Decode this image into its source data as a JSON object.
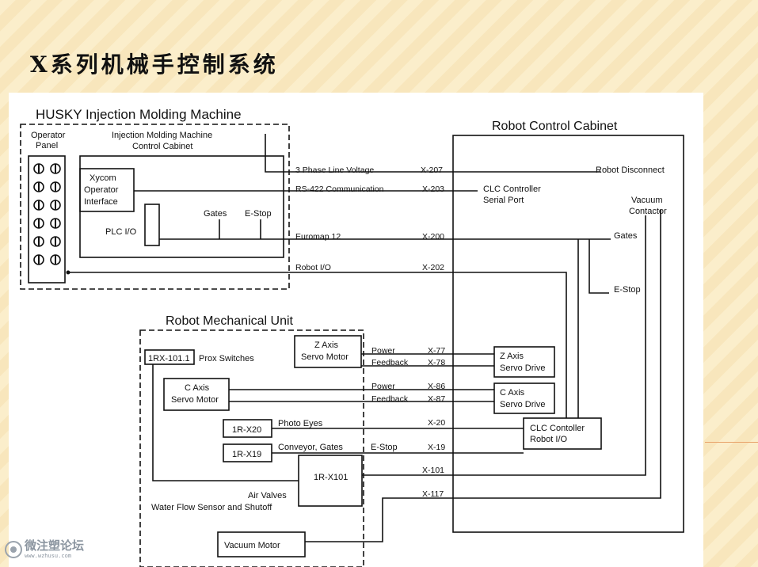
{
  "slide": {
    "title": "X系列机械手控制系统"
  },
  "watermark": {
    "name": "微注塑论坛",
    "url": "www.wzhusu.com"
  },
  "diagram": {
    "husky_title": "HUSKY Injection Molding Machine",
    "operator_panel": [
      "Operator",
      "Panel"
    ],
    "imm_cabinet": [
      "Injection Molding Machine",
      "Control Cabinet"
    ],
    "xycom": [
      "Xycom",
      "Operator",
      "Interface"
    ],
    "plc_io": "PLC I/O",
    "gates_top": "Gates",
    "estop_top": "E-Stop",
    "rcc_title": "Robot Control Cabinet",
    "robot_disconnect": "Robot Disconnect",
    "clc_serial": [
      "CLC Controller",
      "Serial Port"
    ],
    "vacuum_contactor": [
      "Vacuum",
      "Contactor"
    ],
    "gates_right": "Gates",
    "estop_right": "E-Stop",
    "rmu_title": "Robot Mechanical Unit",
    "prox_box": "1RX-101.1",
    "prox_label": "Prox Switches",
    "z_motor": [
      "Z Axis",
      "Servo Motor"
    ],
    "c_motor": [
      "C Axis",
      "Servo Motor"
    ],
    "z_drive": [
      "Z Axis",
      "Servo Drive"
    ],
    "c_drive": [
      "C Axis",
      "Servo Drive"
    ],
    "clc_robot_io": [
      "CLC Contoller",
      "Robot I/O"
    ],
    "rx20": "1R-X20",
    "rx19": "1R-X19",
    "rx101": "1R-X101",
    "photo_eyes": "Photo Eyes",
    "conveyor_gates": "Conveyor, Gates",
    "estop_mid": "E-Stop",
    "air_valves": "Air Valves",
    "water_flow": "Water Flow Sensor and Shutoff",
    "vacuum_motor": "Vacuum Motor",
    "power_z": "Power",
    "feedback_z": "Feedback",
    "power_c": "Power",
    "feedback_c": "Feedback",
    "signals": [
      {
        "label": "3 Phase Line Voltage",
        "code": "X-207"
      },
      {
        "label": "RS-422 Communication",
        "code": "X-203"
      },
      {
        "label": "Euromap 12",
        "code": "X-200"
      },
      {
        "label": "Robot I/O",
        "code": "X-202"
      }
    ],
    "codes": {
      "x77": "X-77",
      "x78": "X-78",
      "x86": "X-86",
      "x87": "X-87",
      "x20": "X-20",
      "x19": "X-19",
      "x101": "X-101",
      "x117": "X-117"
    }
  }
}
